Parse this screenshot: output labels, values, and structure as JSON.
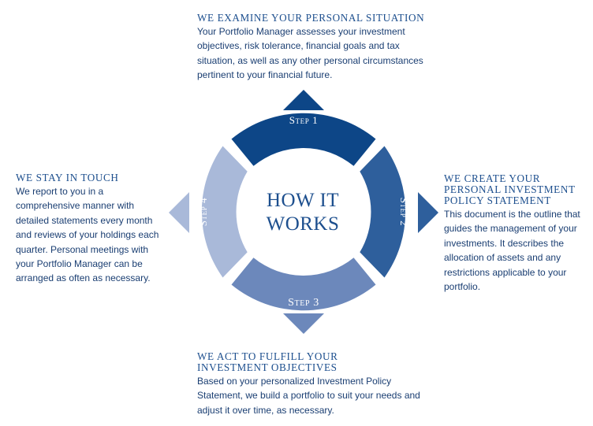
{
  "center": {
    "line1": "HOW IT",
    "line2": "WORKS"
  },
  "steps": [
    {
      "label": "Step 1",
      "color": "#0d4687"
    },
    {
      "label": "Step 2",
      "color": "#2e5f9c"
    },
    {
      "label": "Step 3",
      "color": "#6c88bb"
    },
    {
      "label": "Step 4",
      "color": "#a9b9d9"
    }
  ],
  "sections": {
    "top": {
      "heading": "We examine your personal situation",
      "body": "Your Portfolio Manager assesses your investment objectives, risk tolerance, financial goals and tax situation, as well as any other personal circumstances pertinent to your financial future."
    },
    "right": {
      "heading_line1": "We create your",
      "heading_line2": "personal investment",
      "heading_line3": "policy statement",
      "body": "This document is the outline that guides the management of your investments. It describes the allocation of assets and any restrictions applicable to your portfolio."
    },
    "bottom": {
      "heading_line1": "We act to fulfill your",
      "heading_line2": "investment objectives",
      "body": "Based on your personalized Investment Policy Statement, we build a portfolio to suit your needs and adjust it over time, as necessary."
    },
    "left": {
      "heading": "We stay in touch",
      "body": "We report to you in a comprehensive manner with detailed statements every month and reviews of your holdings each quarter. Personal meetings with your Portfolio Manager can be arranged as often as necessary."
    }
  }
}
